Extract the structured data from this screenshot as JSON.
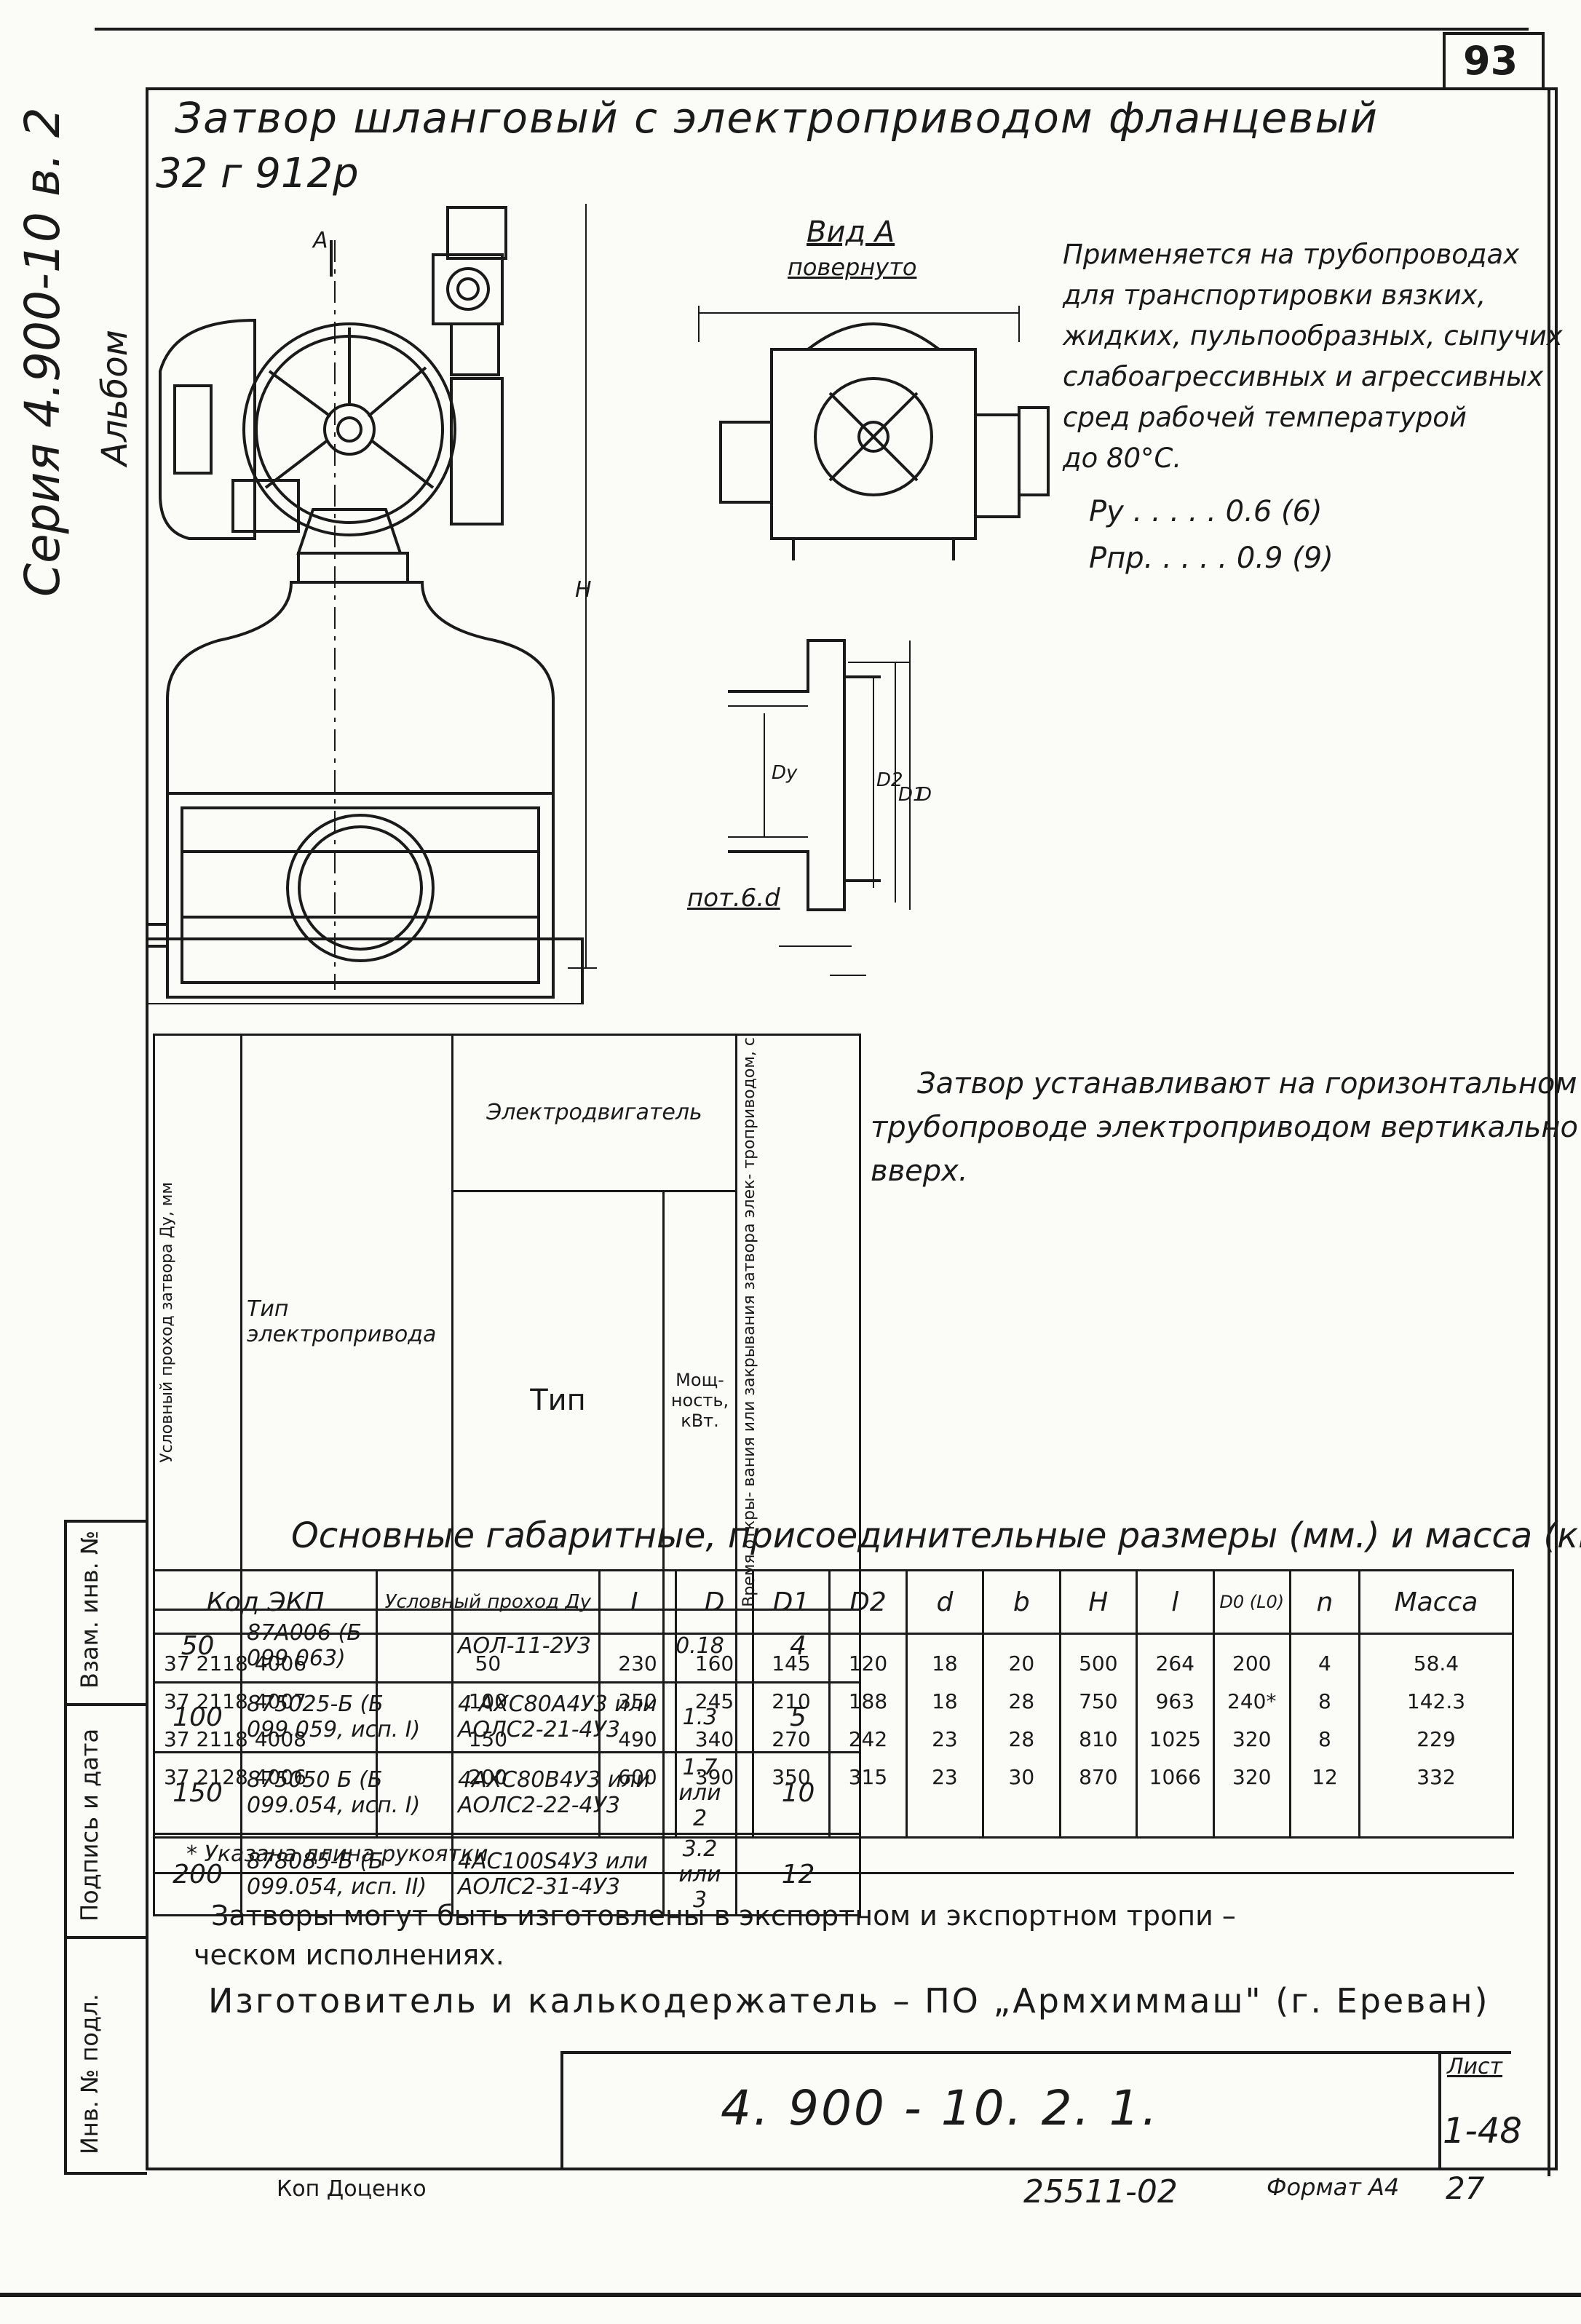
{
  "sheet_number": "93",
  "side": {
    "series": "Серия 4.900-10 в. 2",
    "album": "Альбом"
  },
  "title": {
    "line1": "Затвор шланговый с электроприводом фланцевый",
    "line2": "32 г 912р"
  },
  "view_a": {
    "label": "Вид А",
    "sub": "повернуто"
  },
  "application": {
    "lines": [
      "Применяется на трубопроводах",
      "для транспортировки вязких,",
      "жидких, пульпообразных, сыпучих",
      "слабоагрессивных и агрессивных",
      "сред рабочей температурой",
      "до 80°С."
    ],
    "py": "Ру . . . . . 0.6 (6)",
    "ppr": "Рпр. . . . . 0.9 (9)"
  },
  "drawing_labels": {
    "pot": "пот.6.d"
  },
  "install_note": {
    "lines": [
      "Затвор устанавливают на горизонтальном",
      "трубопроводе электроприводом вертикально",
      "вверх."
    ]
  },
  "drive_table": {
    "headers": {
      "dn": "Условный проход затвора Ду, мм",
      "drive_type": "Тип электропривода",
      "motor_group": "Электродвигатель",
      "motor_type": "Тип",
      "power": "Мощ- ность, кВт.",
      "time": "Время откры- вания или закрывания затвора элек- троприводом, с"
    },
    "rows": [
      {
        "dn": "50",
        "drive": "87А006 (Б 099.063)",
        "motor": "АОЛ-11-2У3",
        "power": "0.18",
        "time": "4"
      },
      {
        "dn": "100",
        "drive": "875025-Б (Б 099.059, исп. I)",
        "motor": "4 АХС80А4У3 или АОЛС2-21-4У3",
        "power": "1.3",
        "time": "5"
      },
      {
        "dn": "150",
        "drive": "875050 Б (Б 099.054, исп. I)",
        "motor": "4АХС80В4У3 или АОЛС2-22-4У3",
        "power": "1.7 или 2",
        "time": "10"
      },
      {
        "dn": "200",
        "drive": "878085-Б (Б 099.054, исп. II)",
        "motor": "4АС100S4У3 или АОЛС2-31-4У3",
        "power": "3.2 или 3",
        "time": "12"
      }
    ]
  },
  "dims_heading": "Основные габаритные, присоединительные размеры (мм.) и масса (кг.)",
  "dims_table": {
    "headers": [
      "Код ЭКП",
      "Условный проход Ду",
      "L",
      "D",
      "D1",
      "D2",
      "d",
      "b",
      "H",
      "l",
      "D0 (L0)",
      "n",
      "Масса"
    ],
    "rows": [
      [
        "37 2118 4006",
        "50",
        "230",
        "160",
        "145",
        "120",
        "18",
        "20",
        "500",
        "264",
        "200",
        "4",
        "58.4"
      ],
      [
        "37 2118 4007",
        "100",
        "350",
        "245",
        "210",
        "188",
        "18",
        "28",
        "750",
        "963",
        "240*",
        "8",
        "142.3"
      ],
      [
        "37 2118 4008",
        "150",
        "490",
        "340",
        "270",
        "242",
        "23",
        "28",
        "810",
        "1025",
        "320",
        "8",
        "229"
      ],
      [
        "37 2128 4006",
        "200",
        "600",
        "390",
        "350",
        "315",
        "23",
        "30",
        "870",
        "1066",
        "320",
        "12",
        "332"
      ]
    ]
  },
  "footnote": "* Указана длина рукоятки",
  "notes": {
    "line1": "Затворы могут быть изготовлены в экспортном и экспортном тропи –",
    "line2": "ческом исполнениях.",
    "maker": "Изготовитель и калькодержатель – ПО „Армхиммаш\" (г. Ереван)"
  },
  "stamp": {
    "inv_podl": "Инв. № подл.",
    "podpis": "Подпись и дата",
    "vzam": "Взам. инв. №"
  },
  "title_block": {
    "doc": "4. 900 - 10. 2. 1.",
    "sheet_label": "Лист",
    "sheet_value": "1-48"
  },
  "bottom": {
    "copied": "Коп Доценко",
    "inv": "25511-02",
    "format_label": "Формат А4",
    "format_no": "27"
  }
}
